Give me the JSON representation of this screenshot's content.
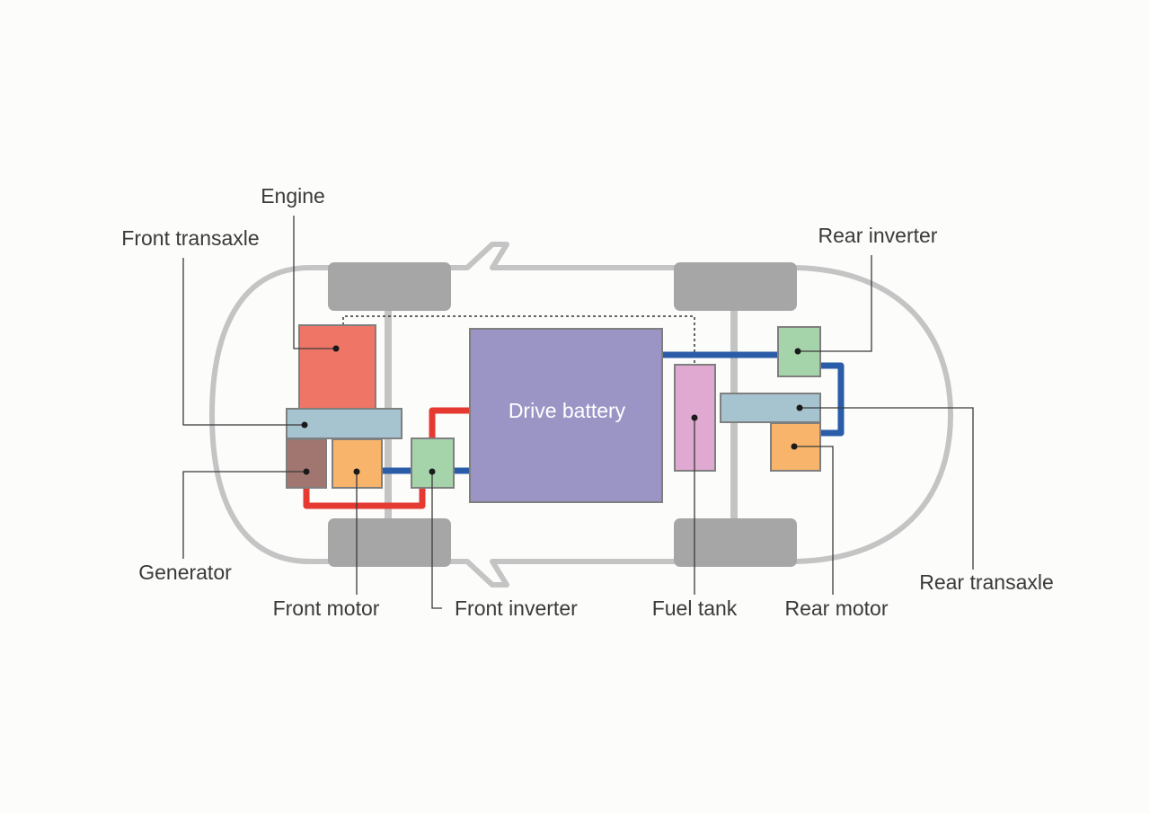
{
  "diagram": {
    "colors": {
      "background": "#fcfcfb",
      "body_outline": "#c4c4c4",
      "wheel": "#a6a6a6",
      "axle": "#c4c4c4",
      "engine": "#ef7566",
      "transaxle": "#a6c3d0",
      "generator": "#a27670",
      "motor": "#f7b46a",
      "inverter": "#a6d4aa",
      "battery": "#9b95c6",
      "fuel_tank": "#dfa9d1",
      "high_voltage_line": "#e53a31",
      "low_voltage_line": "#2a5ca8",
      "leader_line": "#3a3a3a"
    },
    "components": {
      "engine": "Engine",
      "front_transaxle": "Front transaxle",
      "generator": "Generator",
      "front_motor": "Front motor",
      "front_inverter": "Front inverter",
      "drive_battery": "Drive battery",
      "fuel_tank": "Fuel tank",
      "rear_inverter": "Rear inverter",
      "rear_transaxle": "Rear transaxle",
      "rear_motor": "Rear motor"
    }
  }
}
